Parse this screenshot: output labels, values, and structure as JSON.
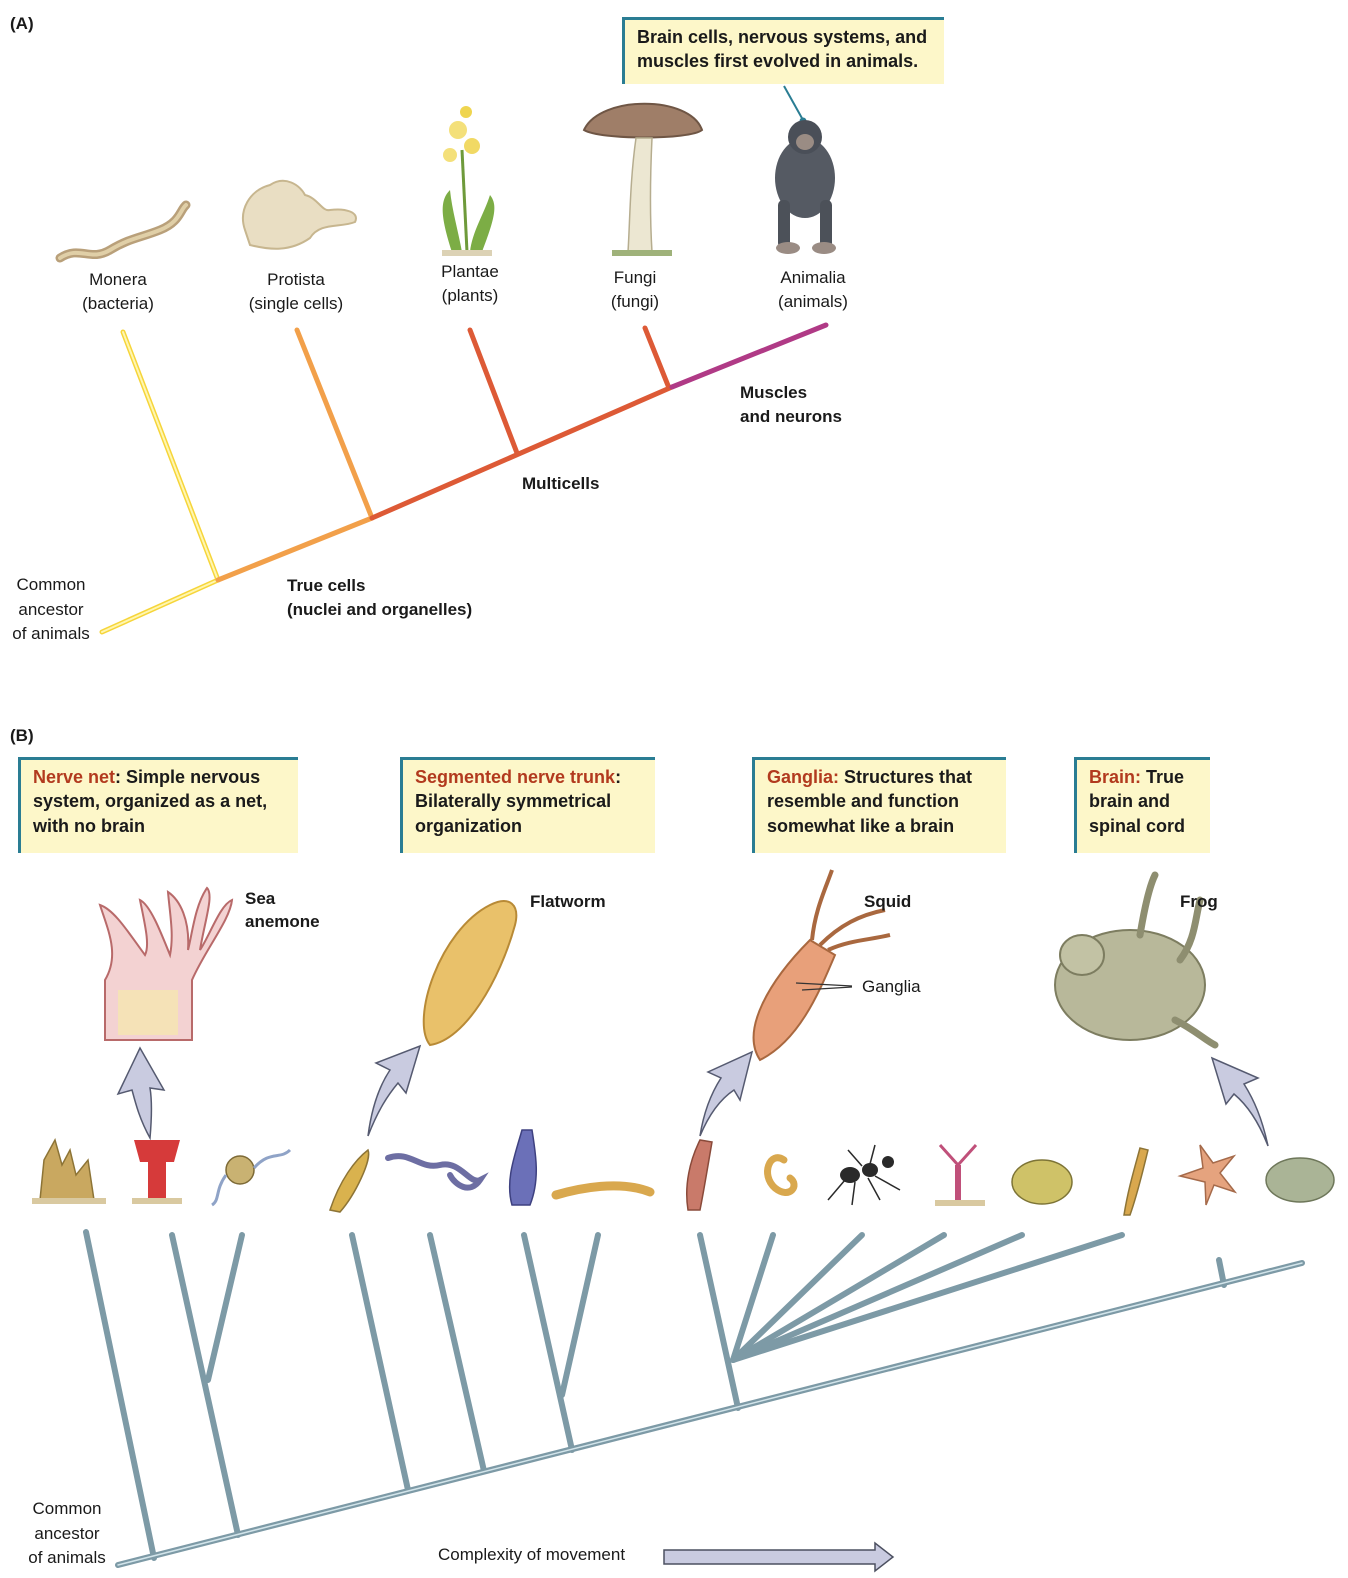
{
  "panel_a": {
    "label": "(A)",
    "callout": "Brain cells, nervous systems, and muscles first evolved in animals.",
    "taxa": [
      {
        "name": "Monera",
        "sub": "(bacteria)"
      },
      {
        "name": "Protista",
        "sub": "(single cells)"
      },
      {
        "name": "Plantae",
        "sub": "(plants)"
      },
      {
        "name": "Fungi",
        "sub": "(fungi)"
      },
      {
        "name": "Animalia",
        "sub": "(animals)"
      }
    ],
    "stages": {
      "true_cells": "True cells",
      "true_cells_sub": "(nuclei and organelles)",
      "multicells": "Multicells",
      "muscles": "Muscles",
      "muscles_sub": "and neurons"
    },
    "ancestor": [
      "Common",
      "ancestor",
      "of animals"
    ],
    "colors": {
      "yellow": "#f6d53a",
      "orange": "#f2a04a",
      "red": "#dd5a36",
      "magenta": "#b03a86"
    }
  },
  "panel_b": {
    "label": "(B)",
    "boxes": [
      {
        "term": "Nerve net",
        "sep": ":",
        "text": " Simple nervous system, organized as a net, with no brain"
      },
      {
        "term": "Segmented nerve trunk",
        "sep": ":",
        "text": " Bilaterally symmetrical organization"
      },
      {
        "term": "Ganglia:",
        "sep": "",
        "text": " Structures that resemble and function somewhat like a brain"
      },
      {
        "term": "Brain:",
        "sep": "",
        "text": " True brain and spinal cord"
      }
    ],
    "examples": [
      {
        "name": "Sea anemone"
      },
      {
        "name": "Flatworm"
      },
      {
        "name": "Squid"
      },
      {
        "name": "Frog"
      }
    ],
    "ganglia_label": "Ganglia",
    "ancestor": [
      "Common",
      "ancestor",
      "of animals"
    ],
    "axis_label": "Complexity of movement",
    "colors": {
      "tree": "#7d9aa6",
      "arrow": "#c9cbe0"
    }
  }
}
